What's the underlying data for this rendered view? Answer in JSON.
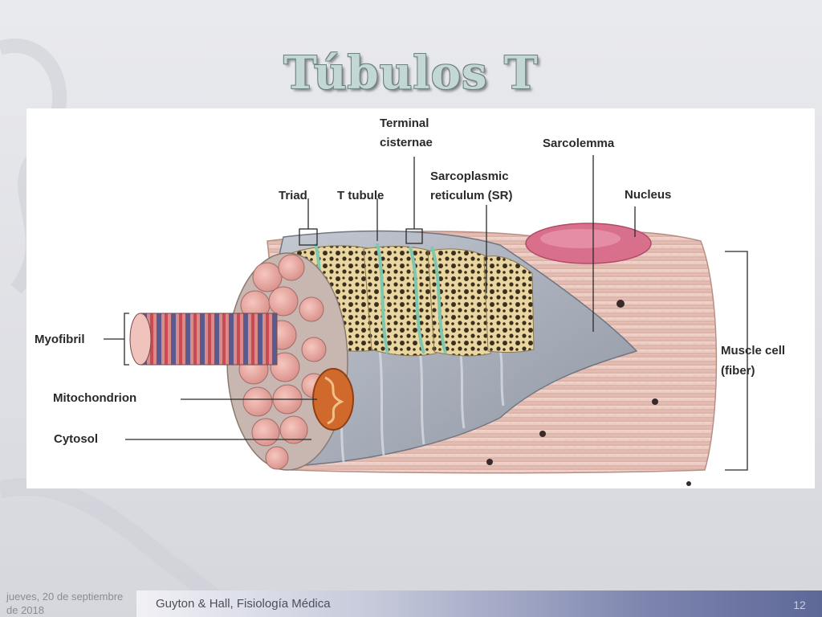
{
  "slide": {
    "title": "Túbulos T"
  },
  "diagram": {
    "labels": {
      "terminal_cisternae_1": "Terminal",
      "terminal_cisternae_2": "cisternae",
      "sarcolemma": "Sarcolemma",
      "sarcoplasmic_1": "Sarcoplasmic",
      "sarcoplasmic_2": "reticulum (SR)",
      "triad": "Triad",
      "t_tubule": "T tubule",
      "nucleus": "Nucleus",
      "myofibril": "Myofibril",
      "muscle_cell_1": "Muscle cell",
      "muscle_cell_2": "(fiber)",
      "mitochondrion": "Mitochondrion",
      "cytosol": "Cytosol"
    },
    "colors": {
      "fiber": "#e8c8be",
      "nucleus": "#d8708c",
      "sr_lace": "#e6d29a",
      "t_tubule": "#7ec7b0",
      "mitochondrion": "#d0692c",
      "myofibril_red": "#c84a52",
      "myofibril_blue": "#5a5a8c",
      "cytosol": "#a9aeb8"
    }
  },
  "footer": {
    "date": "jueves, 20 de septiembre de 2018",
    "source": "Guyton & Hall, Fisiología Médica",
    "page": "12"
  }
}
